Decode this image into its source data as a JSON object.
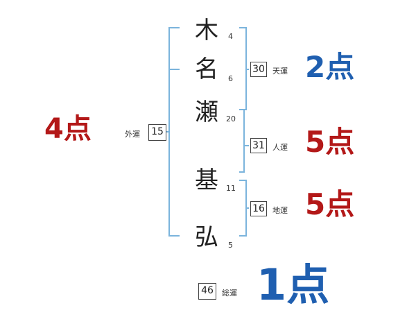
{
  "name_chars": [
    {
      "char": "木",
      "strokes": "4"
    },
    {
      "char": "名",
      "strokes": "6"
    },
    {
      "char": "瀬",
      "strokes": "20"
    },
    {
      "char": "基",
      "strokes": "11"
    },
    {
      "char": "弘",
      "strokes": "5"
    }
  ],
  "fortune": {
    "tenkaku": {
      "value": "30",
      "label": "天運",
      "score": "2点"
    },
    "jinkaku": {
      "value": "31",
      "label": "人運",
      "score": "5点"
    },
    "chikaku": {
      "value": "16",
      "label": "地運",
      "score": "5点"
    },
    "gaikaku": {
      "value": "15",
      "label": "外運",
      "score": "4点"
    },
    "soukaku": {
      "value": "46",
      "label": "総運",
      "score": "1点"
    }
  },
  "colors": {
    "bracket": "#7bb4dc",
    "score_blue": "#1f5fb0",
    "score_red": "#b31818"
  }
}
